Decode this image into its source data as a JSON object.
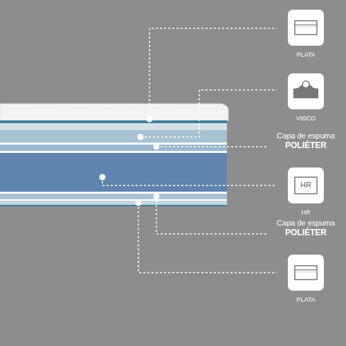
{
  "diagram": {
    "labels": [
      "PLATA",
      "VISCO",
      "Capa de espuma",
      "POLIÉTER",
      "HR",
      "HR",
      "Capa de espuma",
      "POLIÉTER",
      "PLATA"
    ]
  }
}
